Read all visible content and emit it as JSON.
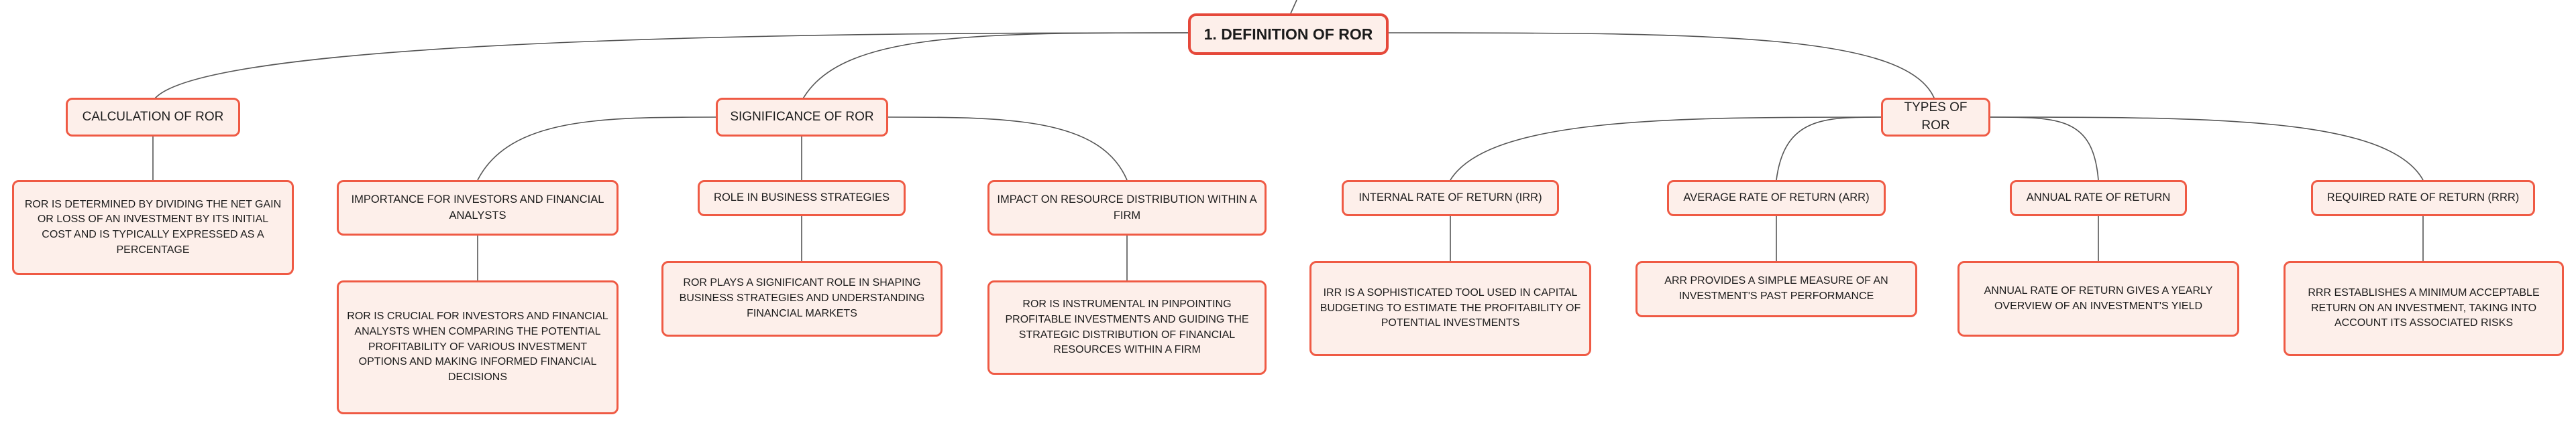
{
  "root": {
    "label": "1. DEFINITION OF ROR"
  },
  "branches": {
    "calculation": {
      "label": "CALCULATION OF ROR",
      "detail": "ROR IS DETERMINED BY DIVIDING THE NET GAIN OR LOSS OF AN INVESTMENT BY ITS INITIAL COST AND IS TYPICALLY EXPRESSED AS A PERCENTAGE"
    },
    "significance": {
      "label": "SIGNIFICANCE OF ROR",
      "children": [
        {
          "label": "IMPORTANCE FOR INVESTORS AND FINANCIAL ANALYSTS",
          "detail": "ROR IS CRUCIAL FOR INVESTORS AND FINANCIAL ANALYSTS WHEN COMPARING THE POTENTIAL PROFITABILITY OF VARIOUS INVESTMENT OPTIONS AND MAKING INFORMED FINANCIAL DECISIONS"
        },
        {
          "label": "ROLE IN BUSINESS STRATEGIES",
          "detail": "ROR PLAYS A SIGNIFICANT ROLE IN SHAPING BUSINESS STRATEGIES AND UNDERSTANDING FINANCIAL MARKETS"
        },
        {
          "label": "IMPACT ON RESOURCE DISTRIBUTION WITHIN A FIRM",
          "detail": "ROR IS INSTRUMENTAL IN PINPOINTING PROFITABLE INVESTMENTS AND GUIDING THE STRATEGIC DISTRIBUTION OF FINANCIAL RESOURCES WITHIN A FIRM"
        }
      ]
    },
    "types": {
      "label": "TYPES OF ROR",
      "children": [
        {
          "label": "INTERNAL RATE OF RETURN (IRR)",
          "detail": "IRR IS A SOPHISTICATED TOOL USED IN CAPITAL BUDGETING TO ESTIMATE THE PROFITABILITY OF POTENTIAL INVESTMENTS"
        },
        {
          "label": "AVERAGE RATE OF RETURN (ARR)",
          "detail": "ARR PROVIDES A SIMPLE MEASURE OF AN INVESTMENT'S PAST PERFORMANCE"
        },
        {
          "label": "ANNUAL RATE OF RETURN",
          "detail": "ANNUAL RATE OF RETURN GIVES A YEARLY OVERVIEW OF AN INVESTMENT'S YIELD"
        },
        {
          "label": "REQUIRED RATE OF RETURN (RRR)",
          "detail": "RRR ESTABLISHES A MINIMUM ACCEPTABLE RETURN ON AN INVESTMENT, TAKING INTO ACCOUNT ITS ASSOCIATED RISKS"
        }
      ]
    }
  },
  "colors": {
    "node_fill": "#fdefea",
    "node_border": "#ef5a44",
    "root_border": "#e5483a",
    "connector": "#555555",
    "text": "#1c1c1c"
  }
}
